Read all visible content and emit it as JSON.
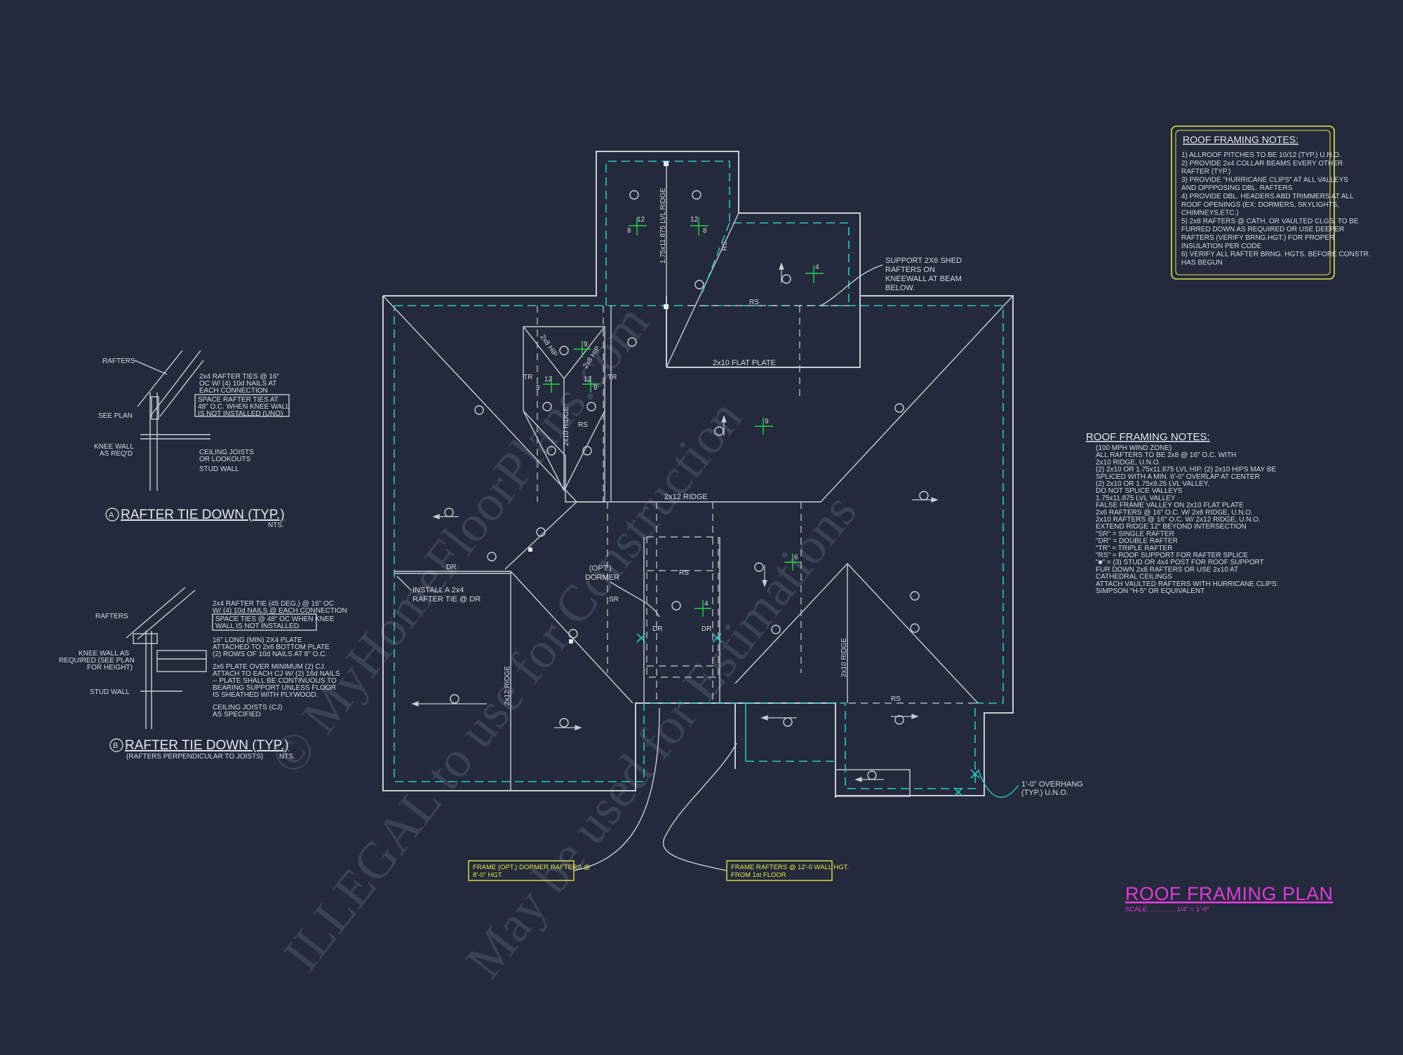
{
  "watermarks": [
    "© MyHomeFloorPlans.com",
    "ILLEGAL to use for Construction",
    "May be used for Estimations"
  ],
  "notes_box": {
    "title": "ROOF FRAMING NOTES:",
    "lines": [
      "1) ALLROOF PITCHES TO BE 10/12 (TYP.) U.N.O.",
      "2) PROVIDE 2x4 COLLAR BEAMS EVERY OTHER",
      "RAFTER (TYP.)",
      "3) PROVIDE \"HURRICANE CLIPS\" AT ALL VALLEYS",
      "AND OPPPOSING DBL. RAFTERS",
      "4) PROVIDE DBL. HEADERS ABD TRIMMERS AT ALL",
      "ROOF OPENINGS (EX: DORMERS, SKYLIGHTS,",
      "CHIMNEYS,ETC.)",
      "5) 2x8 RAFTERS @ CATH. OR VAULTED CLGS. TO BE",
      "FURRED DOWN AS REQUIRED OR USE DEEPER",
      "RAFTERS (VERIFY BRNG.HGT.) FOR PROPER",
      "INSULATION PER CODE",
      "6) VERIFY ALL RAFTER BRNG. HGTS. BEFORE CONSTR.",
      "HAS BEGUN"
    ]
  },
  "notes_right": {
    "title": "ROOF FRAMING NOTES:",
    "lines": [
      "(100 MPH WIND ZONE)",
      "ALL RAFTERS TO BE 2x8 @ 16\" O.C. WITH",
      "2x10 RIDGE, U.N.O.",
      "(2) 2x10 OR 1.75x11.875 LVL HIP. (2) 2x10 HIPS MAY BE",
      "SPLICED WITH A MIN. 6'-0\" OVERLAP AT CENTER",
      "(2) 2x10 OR 1.75x9.25 LVL VALLEY.",
      "DO NOT SPLICE VALLEYS",
      "1.75x11.875 LVL VALLEY",
      "FALSE FRAME VALLEY ON 2x10 FLAT PLATE",
      "2x6 RAFTERS @ 16\" O.C. W/ 2x8 RIDGE, U.N.O.",
      "2x10 RAFTERS @ 16\" O.C. W/ 2x12 RIDGE, U.N.O.",
      "EXTEND RIDGE 12\" BEYOND INTERSECTION",
      "\"SR\" = SINGLE RAFTER",
      "\"DR\" = DOUBLE RAFTER",
      "\"TR\" = TRIPLE RAFTER",
      "\"RS\" = ROOF SUPPORT FOR RAFTER SPLICE",
      "\"■\" = (3) STUD OR 4x4 POST FOR ROOF SUPPORT",
      "FUR DOWN 2x8 RAFTERS OR USE 2x10 AT",
      "CATHEDRAL CEILINGS",
      "ATTACH VAULTED RAFTERS WITH HURRICANE CLIPS:",
      "SIMPSON \"H-5\" OR EQUIVALENT"
    ]
  },
  "detail_a": {
    "title": "RAFTER TIE DOWN (TYP.)",
    "letter": "A",
    "scale": "NTS.",
    "rafters": "RAFTERS",
    "see_plan": "SEE PLAN",
    "knee1": "KNEE WALL",
    "knee2": "AS REQ'D",
    "tie1": "2x4 RAFTER TIES @ 16\"",
    "tie2": "OC W/ (4) 10d NAILS AT",
    "tie3": "EACH CONNECTION",
    "space1": "SPACE RAFTER TIES AT",
    "space2": "48\" O.C. WHEN KNEE WALL",
    "space3": "IS NOT INSTALLED (UNO)",
    "cj1": "CEILING JOISTS",
    "cj2": "OR LOOKOUTS",
    "stud": "STUD WALL"
  },
  "detail_b": {
    "title": "RAFTER TIE DOWN (TYP.)",
    "letter": "B",
    "sub": "(RAFTERS PERPENDICULAR TO JOISTS)",
    "scale": "NTS.",
    "rafters": "RAFTERS",
    "knee1": "KNEE WALL AS",
    "knee2": "REQUIRED (SEE PLAN",
    "knee3": "FOR HEIGHT)",
    "stud": "STUD WALL",
    "t1": "2x4 RAFTER TIE (45 DEG.) @ 16\" OC",
    "t2": "W/ (4) 10d NAILS @ EACH CONNECTION",
    "s1": "SPACE TIES @ 48\" OC WHEN KNEE",
    "s2": "WALL IS NOT INSTALLED.",
    "p1": "16\" LONG (MIN) 2X4 PLATE",
    "p2": "ATTACHED TO 2x6 BOTTOM PLATE",
    "p3": "(2) ROWS OF 10d NAILS AT 8\" O.C.",
    "q1": "2x6 PLATE OVER MINIMUM (2) CJ.",
    "q2": "ATTACH TO EACH CJ W/ (2) 16d NAILS",
    "q3": "-- PLATE SHALL BE CONTINUOUS TO",
    "q4": "BEARING SUPPORT UNLESS FLOOR",
    "q5": "IS SHEATHED WITH PLYWOOD.",
    "c1": "CEILING JOISTS (CJ)",
    "c2": "AS SPECIFIED"
  },
  "plan": {
    "support1": "SUPPORT 2X6 SHED",
    "support2": "RAFTERS ON",
    "support3": "KNEEWALL AT BEAM",
    "support4": "BELOW.",
    "flat_plate": "2x10 FLAT PLATE",
    "lvl_ridge": "1.75x11.875 LVL RIDGE",
    "ridge_2x12": "2x12 RIDGE",
    "ridge_2x12_v": "2x12 RIDGE",
    "ridge_2x10": "2x10 RIDGE",
    "ridge_2x10_b": "2x10 RIDGE",
    "hip_left": "2x8 HIP",
    "hip_right": "2x8 HIP",
    "dr": "DR",
    "sr": "SR",
    "rs": "RS",
    "tr": "TR",
    "install1": "INSTALL A 2x4",
    "install2": "RAFTER TIE @ DR",
    "dormer1": "(OPT.)",
    "dormer2": "DORMER",
    "overhang1": "1'-0\" OVERHANG",
    "overhang2": "(TYP.) U.N.O.",
    "callout_left1": "FRAME (OPT.) DORMER RAFTERS @",
    "callout_left2": "8'-0\" HGT.",
    "callout_right1": "FRAME RAFTERS @ 12'-0 WALL HGT.",
    "callout_right2": "FROM 1st FLOOR",
    "pitch12": "12",
    "pitch8": "8",
    "pitch4": "4",
    "pitch9": "9",
    "pitch6": "6"
  },
  "title_block": {
    "title": "ROOF FRAMING PLAN",
    "scale": "SCALE: ..............1/4\" = 1'-0\""
  },
  "colors": {
    "background": "#232a3b",
    "linework": "#c9ccd6",
    "overhang_dash": "#2ec4c4",
    "callout_yellow": "#e8e24a",
    "title_magenta": "#e03ad8",
    "pitch_green": "#27d24a"
  }
}
